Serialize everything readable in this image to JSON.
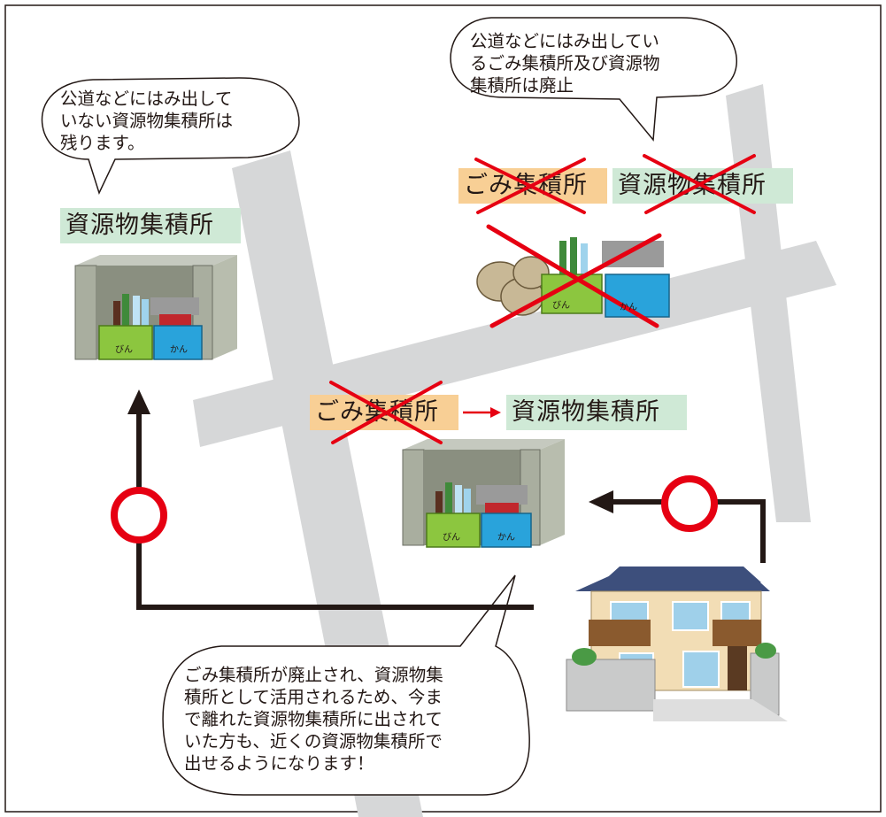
{
  "bubbles": {
    "remain": {
      "lines": [
        "公道などにはみ出して",
        "いない資源物集積所は",
        "残ります。"
      ]
    },
    "abolish": {
      "lines": [
        "公道などにはみ出してい",
        "るごみ集積所及び資源物",
        "集積所は廃止"
      ]
    },
    "bottom": {
      "lines": [
        "ごみ集積所が廃止され、資源物集",
        "積所として活用されるため、今ま",
        "で離れた資源物集積所に出されて",
        "いた方も、近くの資源物集積所で",
        "出せるようになります！"
      ]
    }
  },
  "labels": {
    "left_resource": "資源物集積所",
    "top_garbage": "ごみ集積所",
    "top_resource": "資源物集積所",
    "mid_garbage": "ごみ集積所",
    "mid_resource": "資源物集積所"
  },
  "box_tags": {
    "bin": "びん",
    "can": "かん"
  },
  "colors": {
    "label_green": "#cfe9d6",
    "label_orange": "#f8cf95",
    "cross_red": "#e60012",
    "road_gray": "#d6d7d8",
    "ok_circle": "#e60012"
  }
}
